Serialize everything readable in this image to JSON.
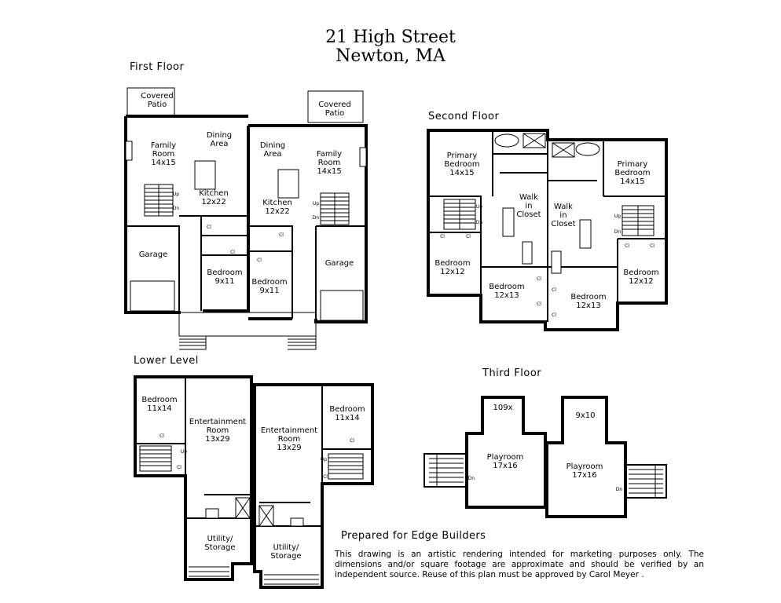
{
  "title": {
    "line1": "21 High Street",
    "line2": "Newton, MA"
  },
  "sections": {
    "first_floor": "First Floor",
    "second_floor": "Second Floor",
    "lower_level": "Lower Level",
    "third_floor": "Third Floor"
  },
  "first_floor": {
    "patio_left": [
      "Covered",
      "Patio"
    ],
    "patio_right": [
      "Covered",
      "Patio"
    ],
    "family_left": [
      "Family",
      "Room",
      "14x15"
    ],
    "dining_left": [
      "Dining",
      "Area"
    ],
    "kitchen_left": [
      "Kitchen",
      "12x22"
    ],
    "dining_right": [
      "Dining",
      "Area"
    ],
    "family_right": [
      "Family",
      "Room",
      "14x15"
    ],
    "kitchen_right": [
      "Kitchen",
      "12x22"
    ],
    "garage_left": "Garage",
    "garage_right": "Garage",
    "bedroom_left": [
      "Bedroom",
      "9x11"
    ],
    "bedroom_right": [
      "Bedroom",
      "9x11"
    ],
    "up": "Up",
    "dn": "Dn",
    "cl": "Cl"
  },
  "second_floor": {
    "primary_left": [
      "Primary",
      "Bedroom",
      "14x15"
    ],
    "primary_right": [
      "Primary",
      "Bedroom",
      "14x15"
    ],
    "walkin_left": [
      "Walk",
      "in",
      "Closet"
    ],
    "walkin_right": [
      "Walk",
      "in",
      "Closet"
    ],
    "bed_a": [
      "Bedroom",
      "12x12"
    ],
    "bed_b": [
      "Bedroom",
      "12x13"
    ],
    "bed_c": [
      "Bedroom",
      "12x13"
    ],
    "bed_d": [
      "Bedroom",
      "12x12"
    ],
    "up": "Up",
    "dn": "Dn",
    "cl": "Cl"
  },
  "lower_level": {
    "bedroom_left": [
      "Bedroom",
      "11x14"
    ],
    "ent_left": [
      "Entertainment",
      "Room",
      "13x29"
    ],
    "ent_right": [
      "Entertainment",
      "Room",
      "13x29"
    ],
    "bedroom_right": [
      "Bedroom",
      "11x14"
    ],
    "utility_left": [
      "Utility/",
      "Storage"
    ],
    "utility_right": [
      "Utility/",
      "Storage"
    ],
    "up": "Up",
    "cl": "Cl"
  },
  "third_floor": {
    "dim_left": "109x",
    "dim_right": "9x10",
    "playroom_left": [
      "Playroom",
      "17x16"
    ],
    "playroom_right": [
      "Playroom",
      "17x16"
    ],
    "dn": "Dn"
  },
  "prepared": "Prepared for Edge Builders",
  "disclaimer": "This drawing is an artistic rendering intended for marketing purposes only.  The dimensions and/or square footage are approximate and should be verified by an independent source.  Reuse of this plan must be approved by Carol Meyer ."
}
